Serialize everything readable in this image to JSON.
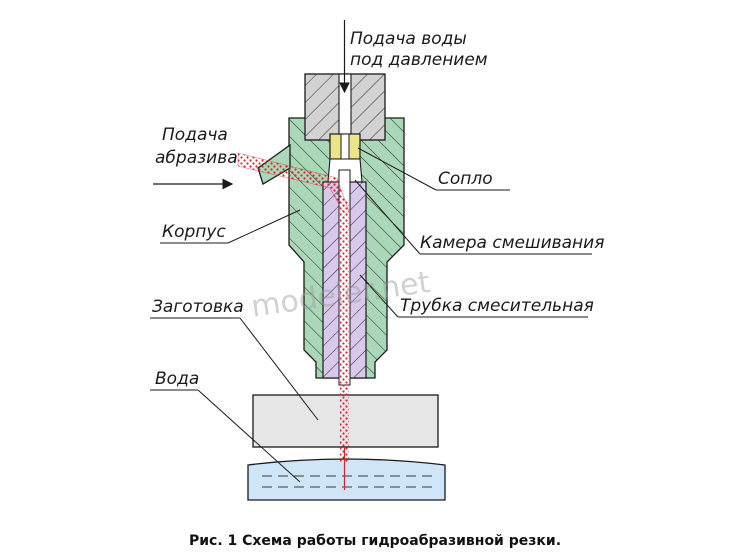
{
  "labels": {
    "water_supply_line1": "Подача воды",
    "water_supply_line2": "под давлением",
    "abrasive_line1": "Подача",
    "abrasive_line2": "абразива",
    "nozzle": "Сопло",
    "body": "Корпус",
    "mixing_chamber": "Камера смешивания",
    "workpiece": "Заготовка",
    "mixing_tube": "Трубка смесительная",
    "water": "Вода"
  },
  "watermark": "modeler.net",
  "caption": "Рис. 1 Схема работы гидроабразивной резки.",
  "colors": {
    "body_fill": "#a9d7b8",
    "fitting_fill": "#d2d2d2",
    "nozzle_fill": "#ece48a",
    "mixing_tube_fill": "#d8c8ec",
    "workpiece_fill": "#e6e6e6",
    "water_fill": "#cfe6f8",
    "abrasive_dots": "#e0202a",
    "outline": "#1a1a1a"
  }
}
